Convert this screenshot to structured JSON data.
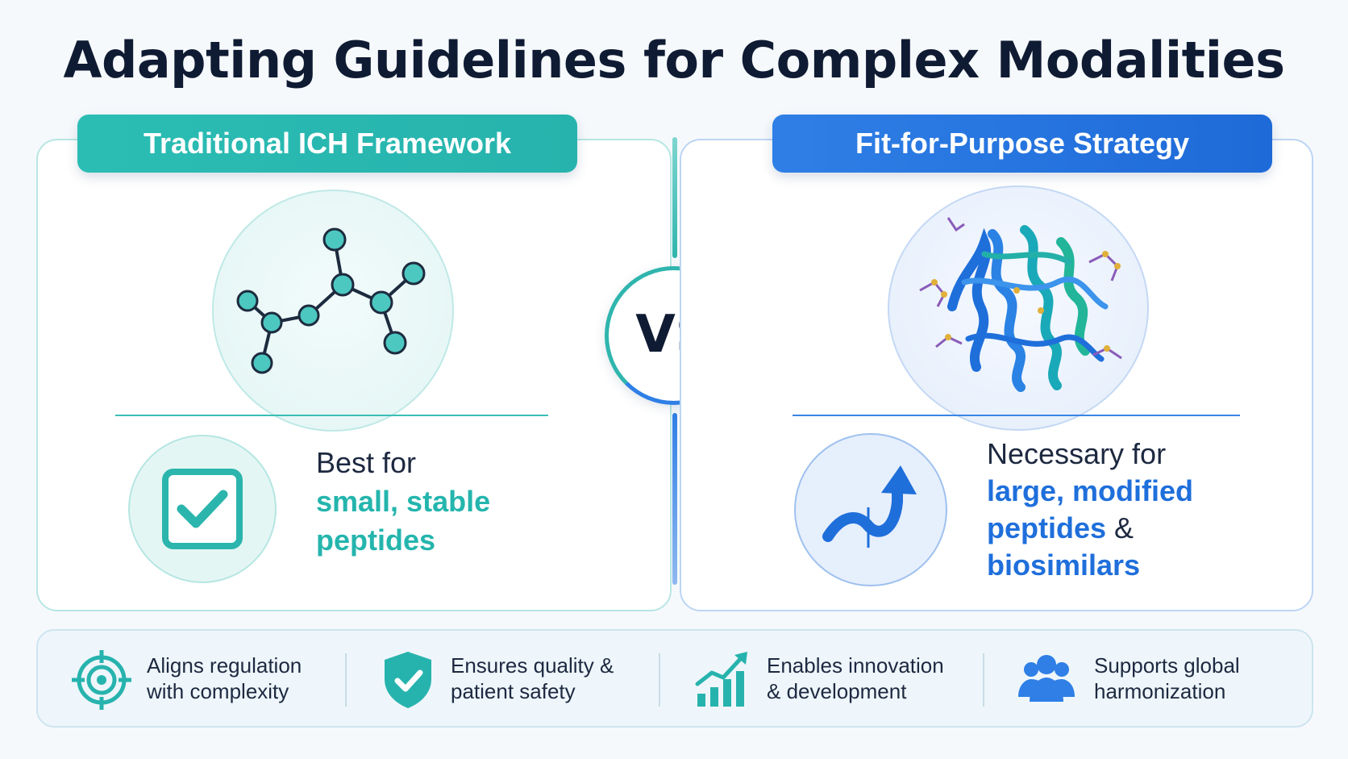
{
  "title": "Adapting Guidelines for Complex Modalities",
  "vs_label": "VS",
  "left": {
    "heading": "Traditional ICH Framework",
    "lead": "Best for",
    "highlight_line1": "small, stable",
    "highlight_line2": "peptides",
    "molecule_icon": "small-molecule-icon",
    "status_icon": "checkbox-check-icon",
    "accent_color": "#2bbdb4"
  },
  "right": {
    "heading": "Fit-for-Purpose Strategy",
    "lead": "Necessary for",
    "highlight_line1": "large, modified",
    "highlight_line2": "peptides",
    "amp": "&",
    "highlight_line3": "biosimilars",
    "molecule_icon": "protein-structure-icon",
    "status_icon": "trending-arrow-icon",
    "accent_color": "#2f7fe6"
  },
  "benefits": [
    {
      "text": "Aligns regulation\nwith complexity",
      "icon": "target-icon"
    },
    {
      "text": "Ensures quality &\npatient safety",
      "icon": "shield-check-icon"
    },
    {
      "text": "Enables innovation\n& development",
      "icon": "growth-chart-icon"
    },
    {
      "text": "Supports global\nharmonization",
      "icon": "people-group-icon"
    }
  ]
}
